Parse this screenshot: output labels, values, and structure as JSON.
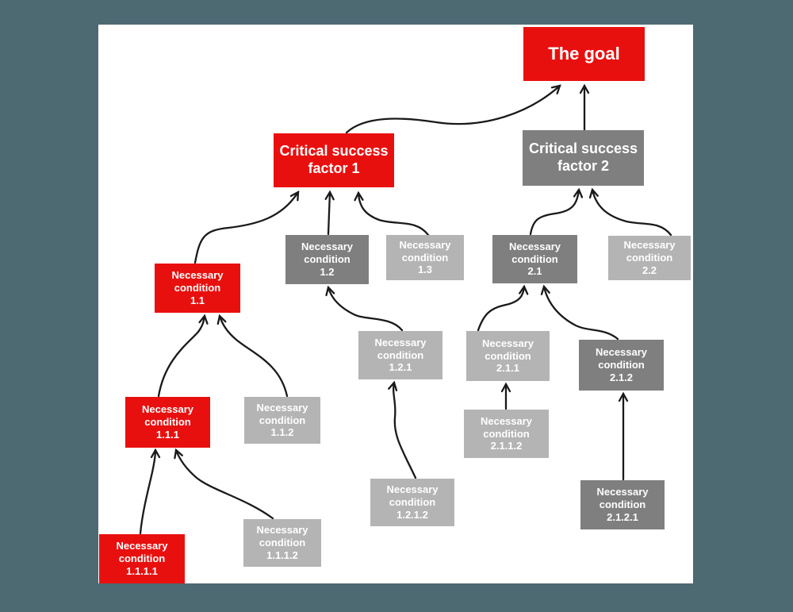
{
  "page": {
    "background_color": "#4d6972",
    "canvas_color": "#ffffff"
  },
  "palette": {
    "red": "#e8100f",
    "dark_gray": "#7f7f7f",
    "light_gray": "#b4b4b4",
    "arrow": "#1a1a1a",
    "label_text": "#ffffff"
  },
  "diagram_type": "goal-tree",
  "nodes": {
    "goal": {
      "label": "The goal",
      "tone": "red"
    },
    "csf1": {
      "label": "Critical success\nfactor 1",
      "tone": "red"
    },
    "csf2": {
      "label": "Critical success\nfactor 2",
      "tone": "dark"
    },
    "nc1_1": {
      "label": "Necessary\ncondition\n1.1",
      "tone": "red"
    },
    "nc1_2": {
      "label": "Necessary\ncondition\n1.2",
      "tone": "dark"
    },
    "nc1_3": {
      "label": "Necessary\ncondition\n1.3",
      "tone": "light"
    },
    "nc2_1": {
      "label": "Necessary\ncondition\n2.1",
      "tone": "dark"
    },
    "nc2_2": {
      "label": "Necessary\ncondition\n2.2",
      "tone": "light"
    },
    "nc1_1_1": {
      "label": "Necessary\ncondition\n1.1.1",
      "tone": "red"
    },
    "nc1_1_2": {
      "label": "Necessary\ncondition\n1.1.2",
      "tone": "light"
    },
    "nc1_2_1": {
      "label": "Necessary\ncondition\n1.2.1",
      "tone": "light"
    },
    "nc2_1_1": {
      "label": "Necessary\ncondition\n2.1.1",
      "tone": "light"
    },
    "nc2_1_2": {
      "label": "Necessary\ncondition\n2.1.2",
      "tone": "dark"
    },
    "nc1_1_1_1": {
      "label": "Necessary\ncondition\n1.1.1.1",
      "tone": "red"
    },
    "nc1_1_1_2": {
      "label": "Necessary\ncondition\n1.1.1.2",
      "tone": "light"
    },
    "nc1_2_1_2": {
      "label": "Necessary\ncondition\n1.2.1.2",
      "tone": "light"
    },
    "nc2_1_1_2": {
      "label": "Necessary\ncondition\n2.1.1.2",
      "tone": "light"
    },
    "nc2_1_2_1": {
      "label": "Necessary\ncondition\n2.1.2.1",
      "tone": "dark"
    }
  },
  "edges": [
    {
      "from": "csf1",
      "to": "goal"
    },
    {
      "from": "csf2",
      "to": "goal"
    },
    {
      "from": "nc1_1",
      "to": "csf1"
    },
    {
      "from": "nc1_2",
      "to": "csf1"
    },
    {
      "from": "nc1_3",
      "to": "csf1"
    },
    {
      "from": "nc2_1",
      "to": "csf2"
    },
    {
      "from": "nc2_2",
      "to": "csf2"
    },
    {
      "from": "nc1_1_1",
      "to": "nc1_1"
    },
    {
      "from": "nc1_1_2",
      "to": "nc1_1"
    },
    {
      "from": "nc1_2_1",
      "to": "nc1_2"
    },
    {
      "from": "nc2_1_1",
      "to": "nc2_1"
    },
    {
      "from": "nc2_1_2",
      "to": "nc2_1"
    },
    {
      "from": "nc1_1_1_1",
      "to": "nc1_1_1"
    },
    {
      "from": "nc1_1_1_2",
      "to": "nc1_1_1"
    },
    {
      "from": "nc1_2_1_2",
      "to": "nc1_2_1"
    },
    {
      "from": "nc2_1_1_2",
      "to": "nc2_1_1"
    },
    {
      "from": "nc2_1_2_1",
      "to": "nc2_1_2"
    }
  ]
}
